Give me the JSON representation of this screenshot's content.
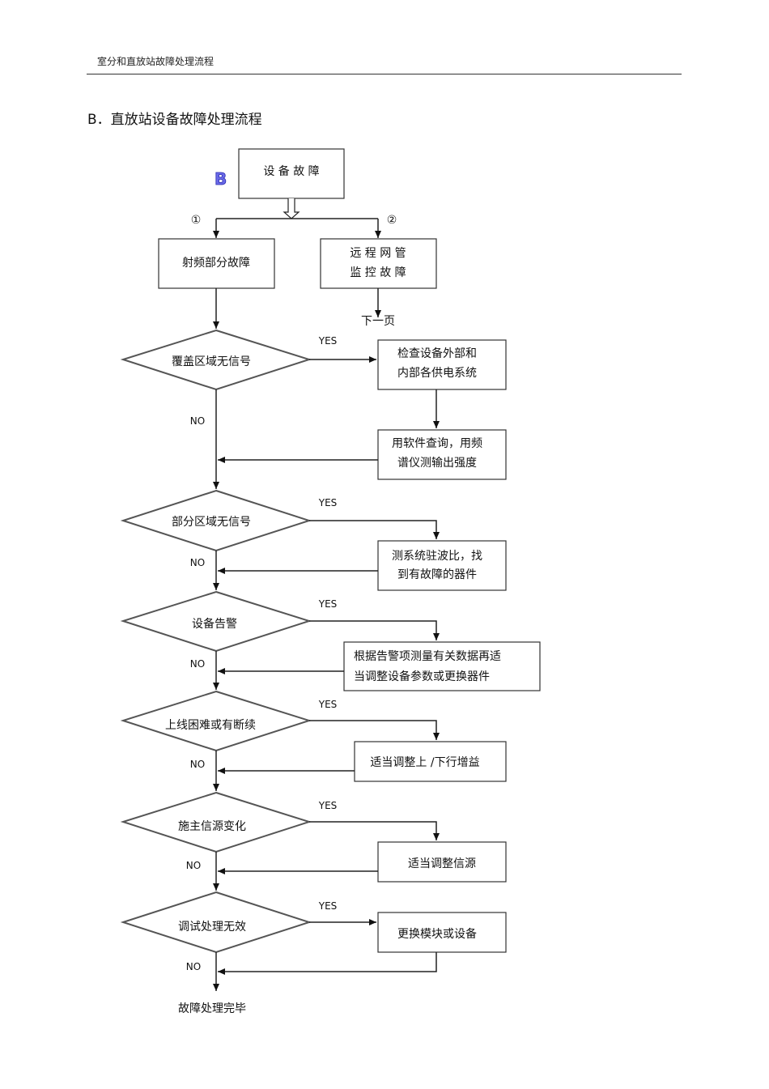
{
  "header": {
    "title": "室分和直放站故障处理流程"
  },
  "section": {
    "title": "B．直放站设备故障处理流程"
  },
  "flow": {
    "marker_b": "B",
    "start": "设 备 故 障",
    "branch1": "①",
    "branch2": "②",
    "rf_fault": "射频部分故障",
    "remote_fault": {
      "line1": "远 程 网 管",
      "line2": "监 控 故 障"
    },
    "next_page": "下一页",
    "yes": "YES",
    "no": "NO",
    "d1": "覆盖区域无信号",
    "b1": {
      "line1": "检查设备外部和",
      "line2": "内部各供电系统"
    },
    "b2": {
      "line1": "用软件查询，用频",
      "line2": "谱仪测输出强度"
    },
    "d2": "部分区域无信号",
    "b3": {
      "line1": "测系统驻波比，找",
      "line2": "到有故障的器件"
    },
    "d3": "设备告警",
    "b4": {
      "line1": "根据告警项测量有关数据再适",
      "line2": "当调整设备参数或更换器件"
    },
    "d4": "上线困难或有断续",
    "b5": "适当调整上 /下行增益",
    "d5": "施主信源变化",
    "b6": "适当调整信源",
    "d6": "调试处理无效",
    "b7": "更换模块或设备",
    "end": "故障处理完毕"
  }
}
